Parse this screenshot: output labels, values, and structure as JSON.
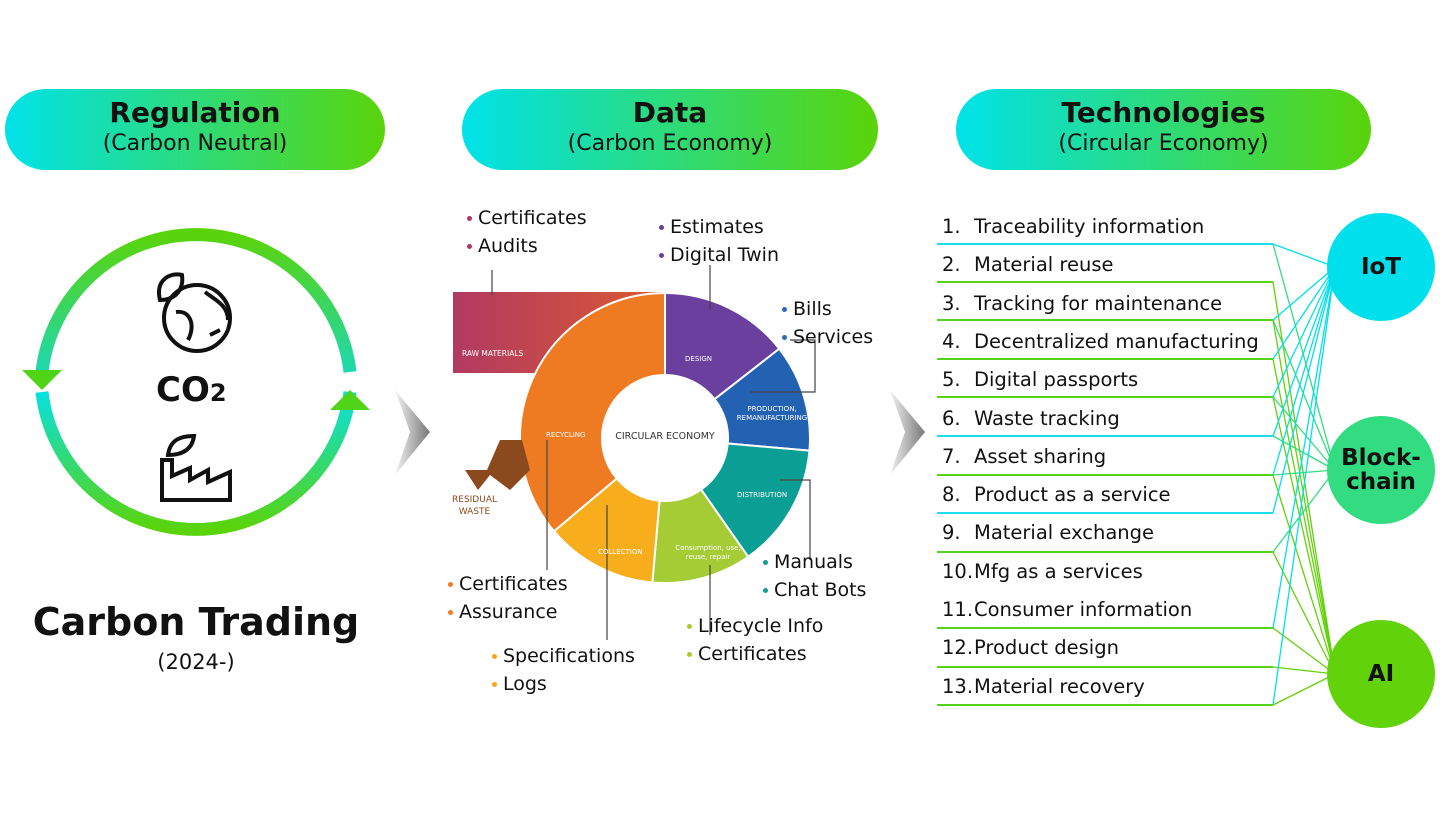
{
  "headers": [
    {
      "title": "Regulation",
      "subtitle": "(Carbon Neutral)"
    },
    {
      "title": "Data",
      "subtitle": "(Carbon Economy)"
    },
    {
      "title": "Technologies",
      "subtitle": "(Circular Economy)"
    }
  ],
  "left": {
    "co2": "CO",
    "co2_sub": "2",
    "title": "Carbon Trading",
    "years": "(2024-)",
    "icons": [
      "earth-leaf-icon",
      "factory-leaf-icon",
      "cycle-arrows-icon"
    ]
  },
  "wheel": {
    "center": "CIRCULAR ECONOMY",
    "raw": "RAW MATERIALS",
    "residual": [
      "RESIDUAL",
      "WASTE"
    ],
    "segments": [
      {
        "label": "DESIGN",
        "color": "#6a3f9e"
      },
      {
        "label": "PRODUCTION, REMANUFACTURING",
        "color": "#2362b3"
      },
      {
        "label": "DISTRIBUTION",
        "color": "#0a9e94"
      },
      {
        "label": "Consumption, use, reuse, repair",
        "color": "#a5cb35"
      },
      {
        "label": "COLLECTION",
        "color": "#f8ad1c"
      },
      {
        "label": "RECYCLING",
        "color": "#ee7a22"
      }
    ]
  },
  "annotations": [
    {
      "items": [
        "Certificates",
        "Audits"
      ],
      "color": "#b5375e"
    },
    {
      "items": [
        "Estimates",
        "Digital Twin"
      ],
      "color": "#6a3f9e"
    },
    {
      "items": [
        "Bills",
        "Services"
      ],
      "color": "#2a6bc0"
    },
    {
      "items": [
        "Manuals",
        "Chat Bots"
      ],
      "color": "#109e96"
    },
    {
      "items": [
        "Lifecycle Info",
        "Certificates"
      ],
      "color": "#a8cc2a"
    },
    {
      "items": [
        "Specifications",
        "Logs"
      ],
      "color": "#f7a520"
    },
    {
      "items": [
        "Certificates",
        "Assurance"
      ],
      "color": "#f27a1f"
    }
  ],
  "technologies": [
    {
      "num": "1.",
      "label": "Traceability information",
      "links": [
        "iot",
        "blockchain"
      ]
    },
    {
      "num": "2.",
      "label": "Material reuse",
      "links": [
        "ai"
      ]
    },
    {
      "num": "3.",
      "label": "Tracking for maintenance",
      "links": [
        "iot",
        "blockchain",
        "ai"
      ]
    },
    {
      "num": "4.",
      "label": "Decentralized manufacturing",
      "links": [
        "iot",
        "ai"
      ]
    },
    {
      "num": "5.",
      "label": "Digital passports",
      "links": [
        "iot",
        "blockchain",
        "ai"
      ]
    },
    {
      "num": "6.",
      "label": "Waste tracking",
      "links": [
        "iot",
        "blockchain"
      ]
    },
    {
      "num": "7.",
      "label": "Asset sharing",
      "links": [
        "iot",
        "blockchain",
        "ai"
      ]
    },
    {
      "num": "8.",
      "label": "Product as a service",
      "links": [
        "iot"
      ]
    },
    {
      "num": "9.",
      "label": "Material exchange",
      "links": [
        "blockchain",
        "ai"
      ]
    },
    {
      "num": "10.",
      "label": "Mfg as a services",
      "links": []
    },
    {
      "num": "11.",
      "label": "Consumer information",
      "links": [
        "iot",
        "ai"
      ]
    },
    {
      "num": "12.",
      "label": "Product design",
      "links": [
        "ai"
      ]
    },
    {
      "num": "13.",
      "label": "Material recovery",
      "links": [
        "iot",
        "ai"
      ]
    }
  ],
  "nodes": {
    "iot": {
      "label": "IoT",
      "color": "#00e0ec"
    },
    "blockchain": {
      "label": "Block-chain",
      "color": "#33dc80"
    },
    "ai": {
      "label": "AI",
      "color": "#62d20a"
    }
  }
}
